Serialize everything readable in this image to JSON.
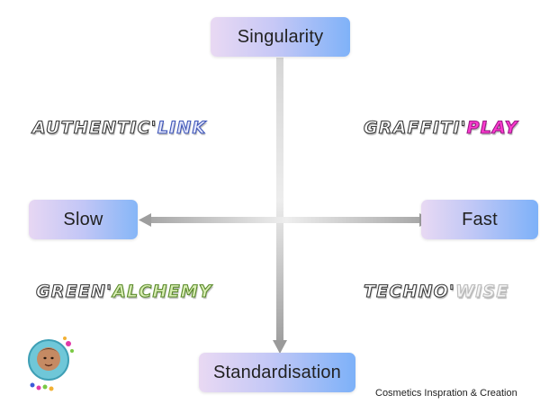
{
  "axes": {
    "top_label": "Singularity",
    "bottom_label": "Standardisation",
    "left_label": "Slow",
    "right_label": "Fast"
  },
  "quadrants": {
    "top_left": {
      "part1": "AUTHENTIC'",
      "part2": "LINK"
    },
    "top_right": {
      "part1": "GRAFFITI'",
      "part2": "PLAY"
    },
    "bottom_left": {
      "part1": "GREEN'",
      "part2": "ALCHEMY"
    },
    "bottom_right": {
      "part1": "TECHNO'",
      "part2": "WISE"
    }
  },
  "footer": {
    "credit": "Cosmetics Inspration & Creation"
  },
  "colors": {
    "pill_gradient_start": "#e9d9f3",
    "pill_gradient_end": "#7fb2f8",
    "axis_gray": "#b8b8b8",
    "link_blue": "#3e55b8",
    "play_pink": "#ff3ad0",
    "alchemy_green": "#5a8a2a",
    "wise_white": "#f4f4f4"
  },
  "icons": {
    "logo": "globe-face-logo-icon"
  }
}
